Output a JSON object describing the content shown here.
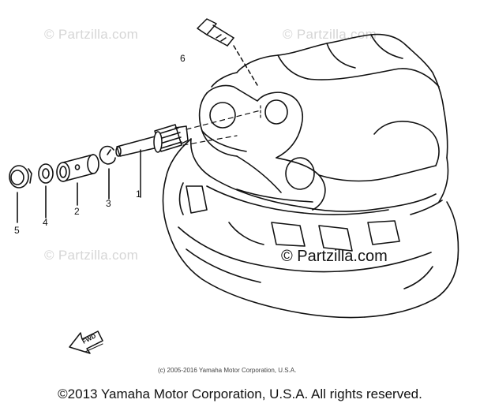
{
  "watermarks": {
    "top_left": "© Partzilla.com",
    "top_right": "© Partzilla.com",
    "mid_left": "© Partzilla.com",
    "main": "© Partzilla.com"
  },
  "callouts": {
    "part_1": "1",
    "part_2": "2",
    "part_3": "3",
    "part_4": "4",
    "part_5": "5",
    "part_6": "6"
  },
  "fwd_label": "FWD",
  "copyright_small": "(c) 2005-2016 Yamaha Motor Corporation, U.S.A.",
  "copyright_footer": "©2013 Yamaha Motor Corporation, U.S.A. All rights reserved.",
  "colors": {
    "line": "#111111",
    "watermark": "#d6d6d6",
    "background": "#ffffff"
  }
}
